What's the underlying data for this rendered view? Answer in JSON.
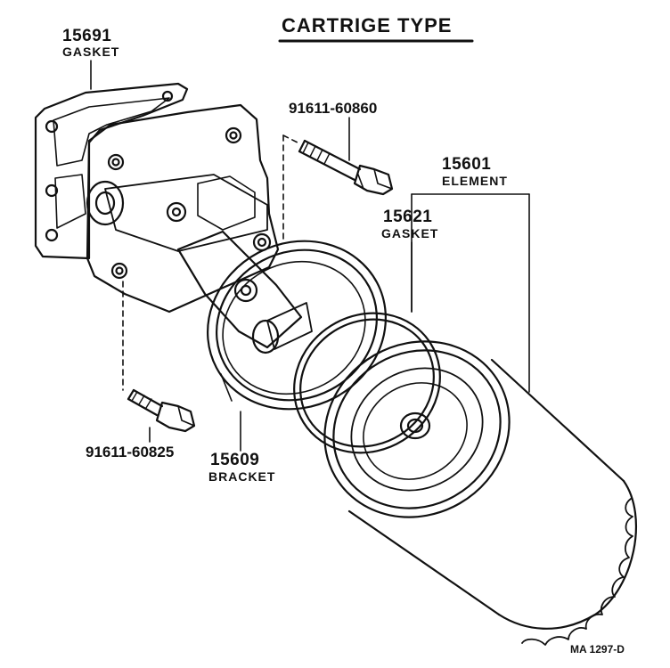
{
  "title": "CARTRIGE TYPE",
  "reference": "MA 1297-D",
  "parts": {
    "gasket_cover": {
      "number": "15691",
      "name": "GASKET"
    },
    "bolt_upper": {
      "number": "91611-60860"
    },
    "element": {
      "number": "15601",
      "name": "ELEMENT"
    },
    "gasket_element": {
      "number": "15621",
      "name": "GASKET"
    },
    "bolt_lower": {
      "number": "91611-60825"
    },
    "bracket": {
      "number": "15609",
      "name": "BRACKET"
    }
  }
}
